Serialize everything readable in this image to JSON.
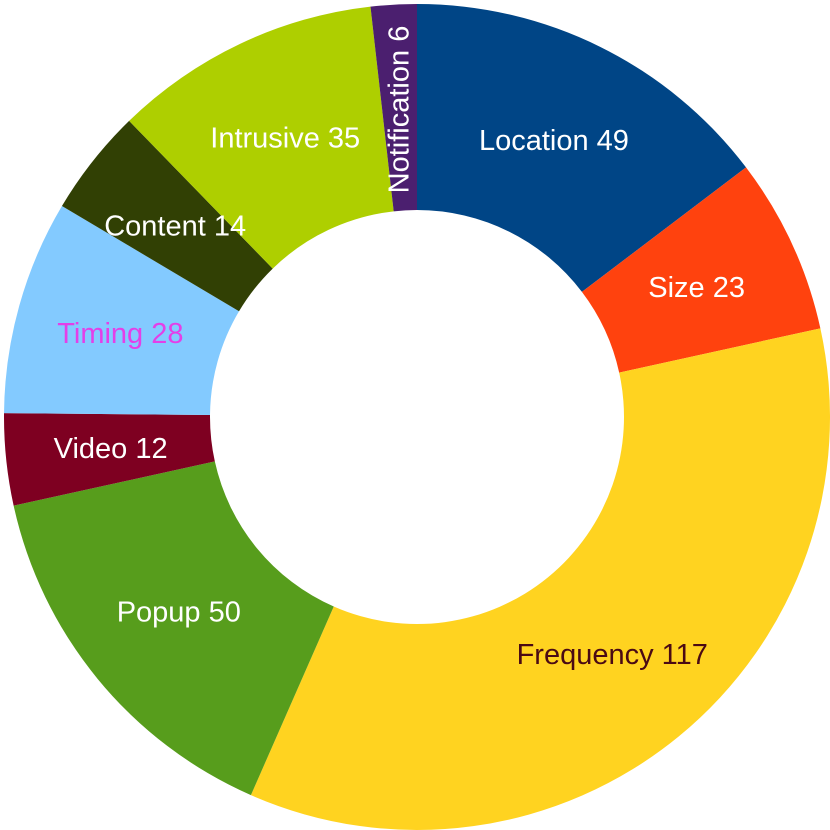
{
  "chart_data": {
    "type": "pie",
    "variant": "donut",
    "start": "top",
    "direction": "clockwise",
    "legend": "none",
    "categories": [
      "Location",
      "Size",
      "Frequency",
      "Popup",
      "Video",
      "Timing",
      "Content",
      "Intrusive",
      "Notification"
    ],
    "values": [
      49,
      23,
      117,
      50,
      12,
      28,
      14,
      35,
      6
    ],
    "labels": [
      "Location 49",
      "Size 23",
      "Frequency 117",
      "Popup 50",
      "Video 12",
      "Timing 28",
      "Content 14",
      "Intrusive 35",
      "Notification 6"
    ],
    "colors": [
      "#004586",
      "#ff420e",
      "#ffd320",
      "#579d1c",
      "#7e0021",
      "#83caff",
      "#314004",
      "#aecf00",
      "#4b1f6f"
    ],
    "label_colors": [
      "#ffffff",
      "#ffffff",
      "#4a0a14",
      "#ffffff",
      "#ffffff",
      "#e43fe8",
      "#ffffff",
      "#ffffff",
      "#ffffff"
    ],
    "label_orientation": [
      "horizontal",
      "horizontal",
      "horizontal",
      "horizontal",
      "horizontal",
      "horizontal",
      "horizontal",
      "horizontal",
      "vertical"
    ]
  }
}
